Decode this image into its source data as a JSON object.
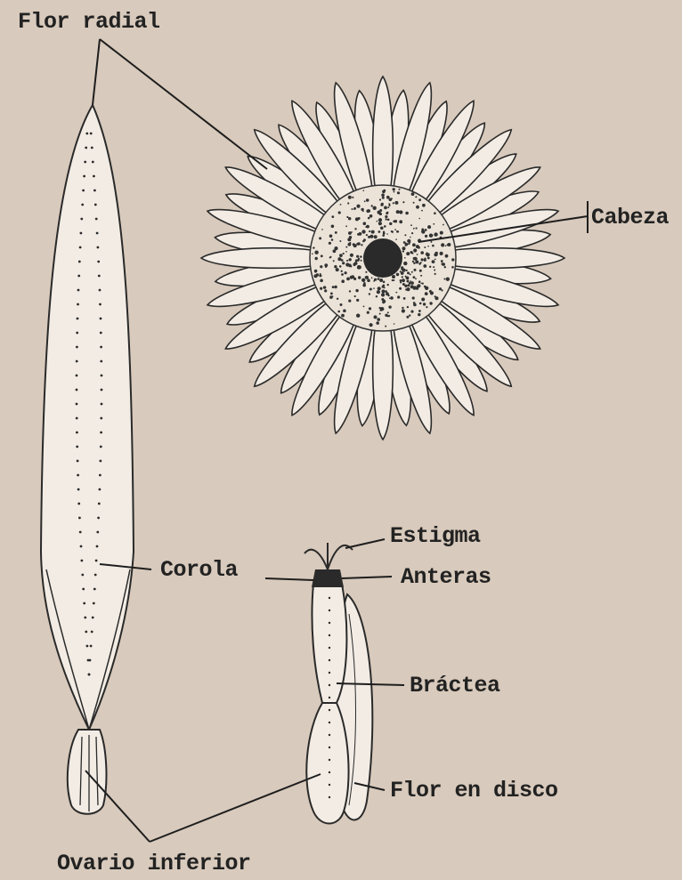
{
  "labels": {
    "flor_radial": "Flor radial",
    "cabeza": "Cabeza",
    "estigma": "Estigma",
    "corola": "Corola",
    "anteras": "Anteras",
    "bractea": "Bráctea",
    "flor_en_disco": "Flor en disco",
    "ovario_inferior": "Ovario inferior"
  },
  "colors": {
    "paper": "#d8cabc",
    "ink": "#222222",
    "petal_fill": "#f2ece4"
  }
}
